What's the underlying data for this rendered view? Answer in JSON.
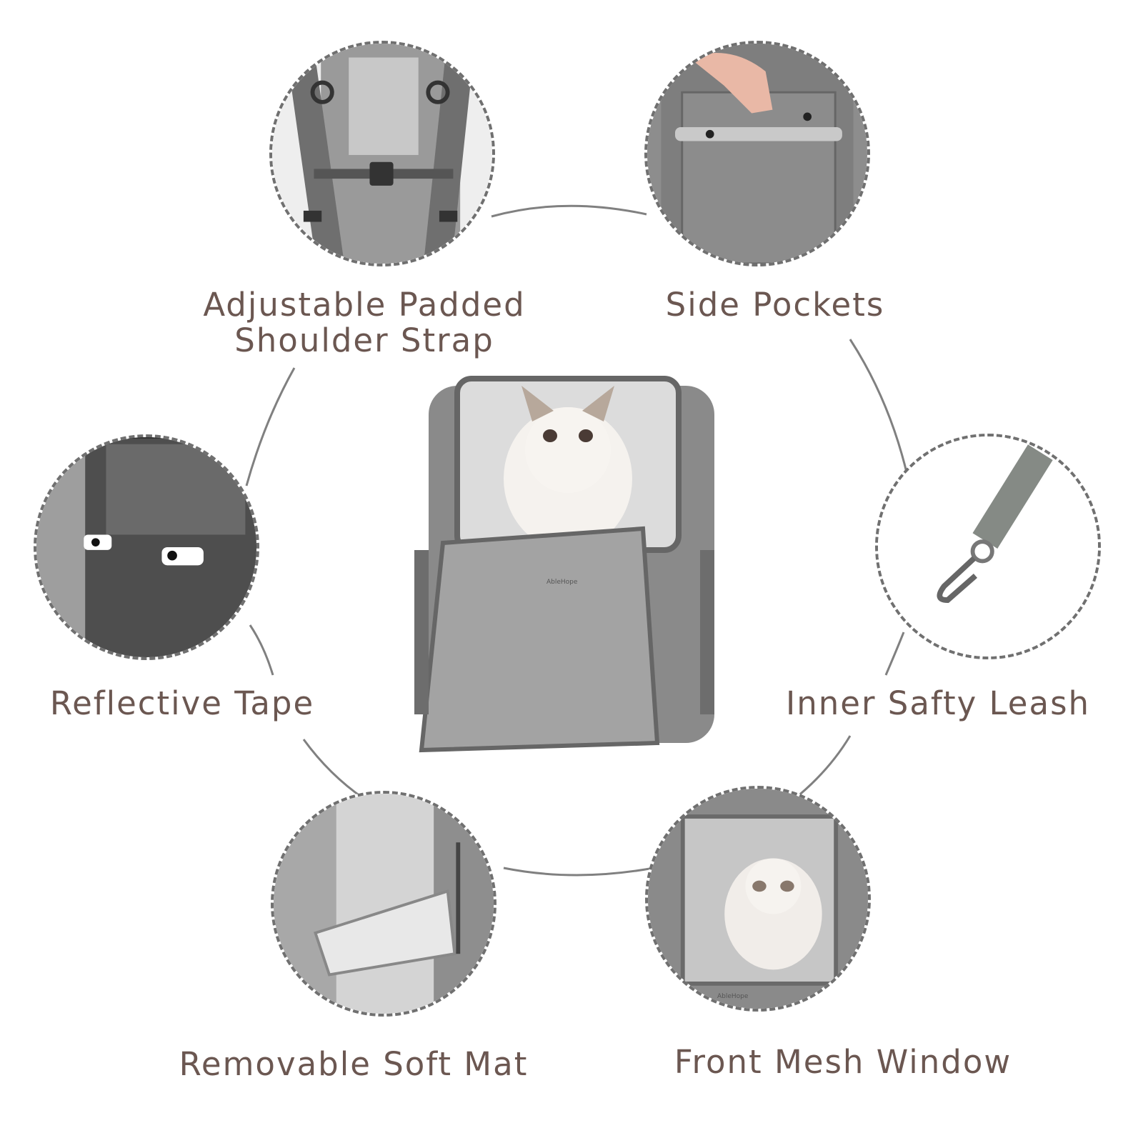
{
  "features": [
    {
      "id": "strap",
      "label_lines": [
        "Adjustable Padded",
        "Shoulder Strap"
      ],
      "icon": "shoulder-strap-photo"
    },
    {
      "id": "pockets",
      "label_lines": [
        "Side Pockets"
      ],
      "icon": "side-pocket-photo"
    },
    {
      "id": "reflective",
      "label_lines": [
        "Reflective Tape"
      ],
      "icon": "reflective-tape-photo"
    },
    {
      "id": "leash",
      "label_lines": [
        "Inner Safty Leash"
      ],
      "icon": "safety-leash-photo"
    },
    {
      "id": "mat",
      "label_lines": [
        "Removable Soft Mat"
      ],
      "icon": "soft-mat-photo"
    },
    {
      "id": "window",
      "label_lines": [
        "Front Mesh Window"
      ],
      "icon": "mesh-window-photo"
    }
  ],
  "product": {
    "brand": "AbleHope",
    "icon": "pet-carrier-backpack-with-cat"
  },
  "colors": {
    "label_text": "#6b5751",
    "dashed_border": "#707070",
    "connector": "#808080",
    "fabric": "#8a8a8a"
  }
}
